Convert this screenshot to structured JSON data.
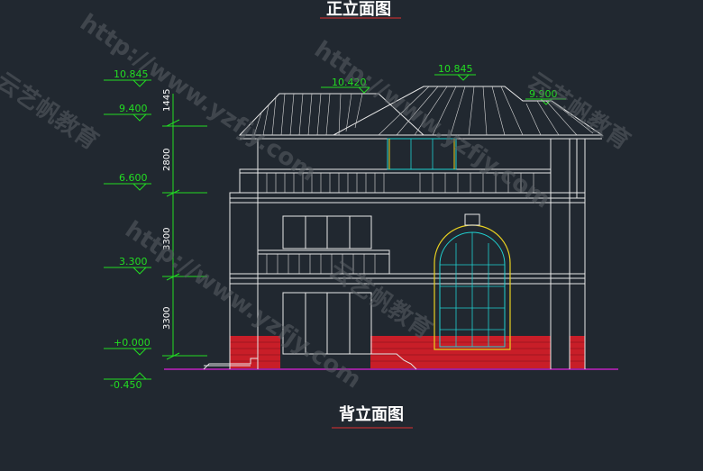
{
  "titles": {
    "front": "正立面图",
    "back": "背立面图"
  },
  "elevations": {
    "e10845": "10.845",
    "e9400": "9.400",
    "e6600": "6.600",
    "e3300": "3.300",
    "e0000": "+0.000",
    "em0450": "-0.450",
    "ridge_main": "10.845",
    "ridge_left": "10.420",
    "eave_right": "9.900"
  },
  "dimensions": {
    "d1445": "1445",
    "d2800": "2800",
    "d3300a": "3300",
    "d3300b": "3300"
  },
  "watermarks": {
    "url": "http://www.yzfjy.com",
    "brand": "云艺帆教育"
  },
  "colors": {
    "background": "#212830",
    "green": "#22dd22",
    "lines": "#e8e8e8",
    "brick": "#c81e28",
    "yellow": "#e8d020",
    "cyan": "#20d0d0",
    "magenta": "#c020c0"
  }
}
